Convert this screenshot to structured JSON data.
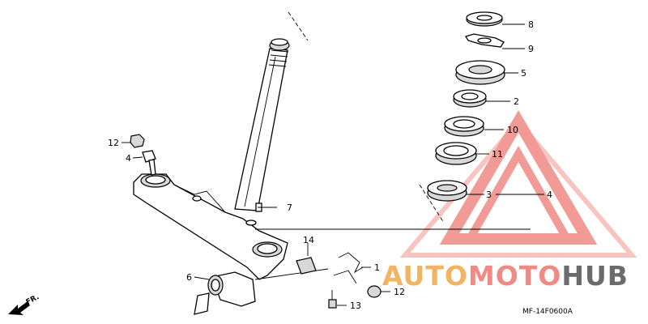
{
  "callouts": {
    "c8": "8",
    "c9": "9",
    "c5": "5",
    "c2": "2",
    "c10": "10",
    "c11": "11",
    "c3": "3",
    "c4r": "4",
    "c12a": "12",
    "c4l": "4",
    "c7": "7",
    "c14": "14",
    "c1": "1",
    "c6": "6",
    "c12b": "12",
    "c13": "13"
  },
  "diagram_code": "MF-14F0600A",
  "front_arrow_label": "FR.",
  "watermark": {
    "part1": "AUTO",
    "part2": "MOTO",
    "part3": "HUB",
    "color_primary": "#f08a84",
    "color_secondary": "#f2b463",
    "color_dark": "#6b6b6b"
  }
}
